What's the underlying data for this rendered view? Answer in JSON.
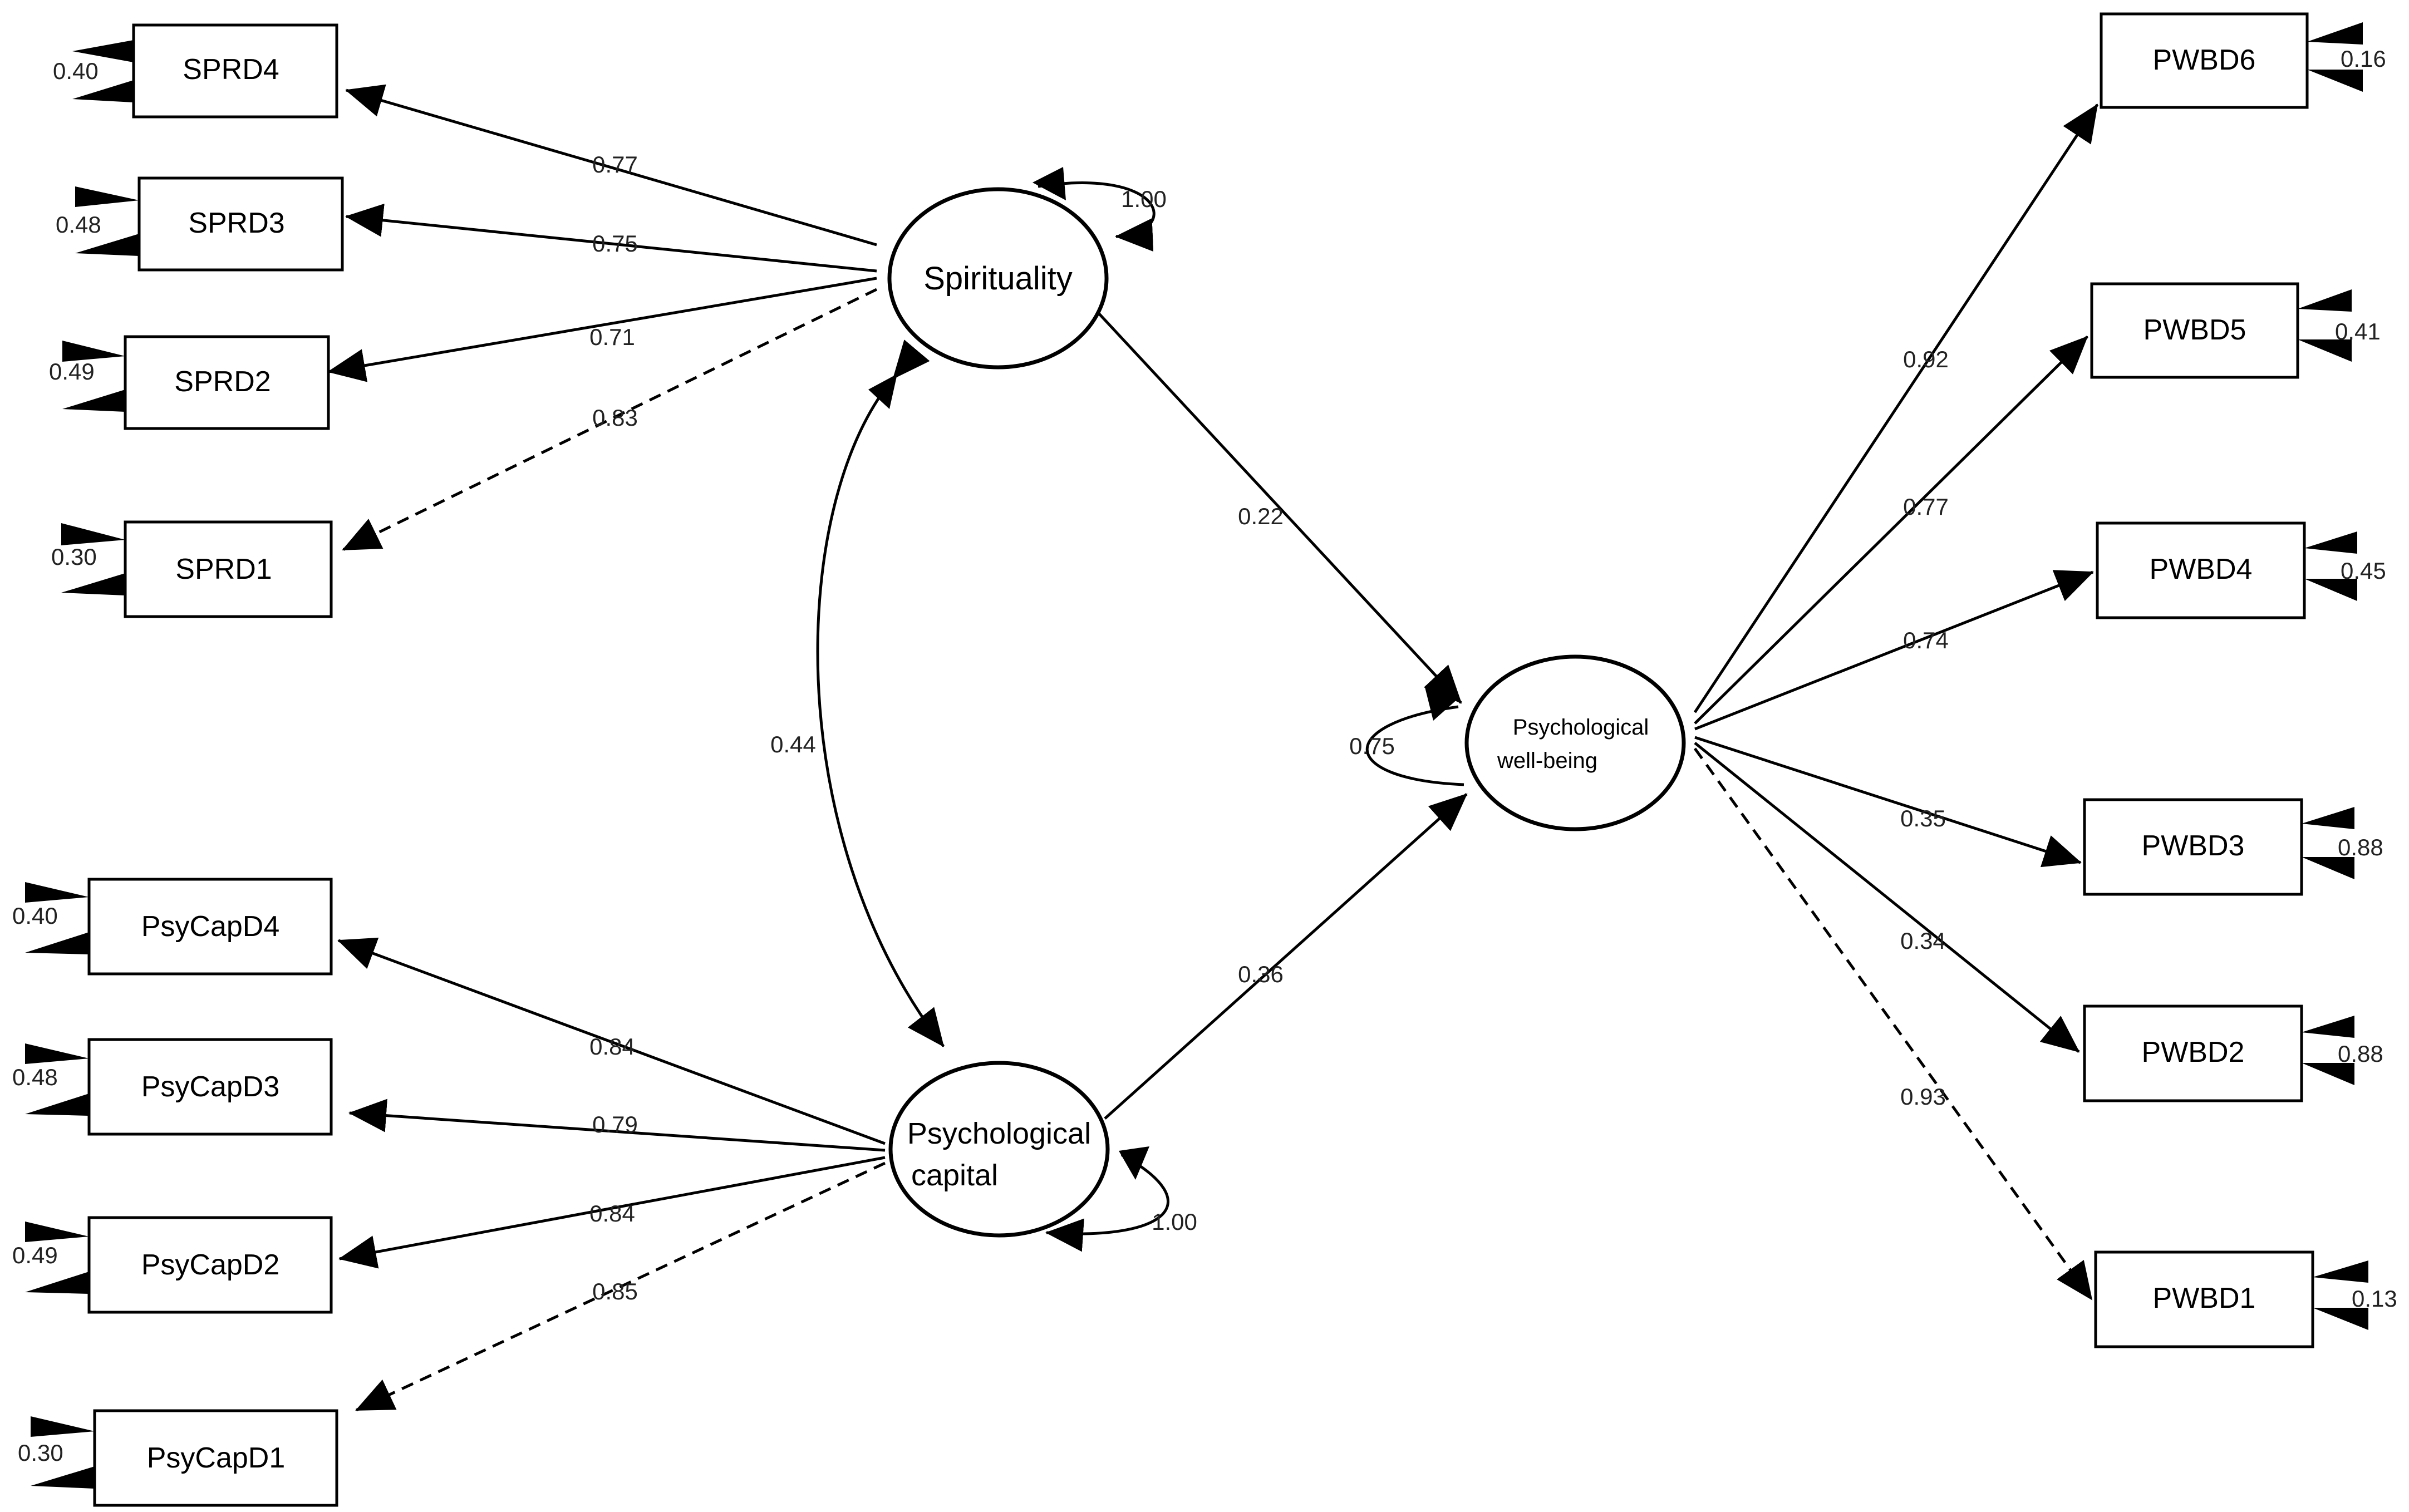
{
  "latents": {
    "spirituality": "Spirituality",
    "psycap_line1": "Psychological",
    "psycap_line2": "capital",
    "pwb_line1": "Psychological",
    "pwb_line2": "well-being"
  },
  "indicators": {
    "sprd4": "SPRD4",
    "sprd3": "SPRD3",
    "sprd2": "SPRD2",
    "sprd1": "SPRD1",
    "psycapd4": "PsyCapD4",
    "psycapd3": "PsyCapD3",
    "psycapd2": "PsyCapD2",
    "psycapd1": "PsyCapD1",
    "pwbd6": "PWBD6",
    "pwbd5": "PWBD5",
    "pwbd4": "PWBD4",
    "pwbd3": "PWBD3",
    "pwbd2": "PWBD2",
    "pwbd1": "PWBD1"
  },
  "loadings": {
    "sprd4": "0.77",
    "sprd3": "0.75",
    "sprd2": "0.71",
    "sprd1": "0.83",
    "psycapd4": "0.84",
    "psycapd3": "0.79",
    "psycapd2": "0.84",
    "psycapd1": "0.85",
    "pwbd6": "0.92",
    "pwbd5": "0.77",
    "pwbd4": "0.74",
    "pwbd3": "0.35",
    "pwbd2": "0.34",
    "pwbd1": "0.93"
  },
  "residuals": {
    "sprd4": "0.40",
    "sprd3": "0.48",
    "sprd2": "0.49",
    "sprd1": "0.30",
    "psycapd4": "0.40",
    "psycapd3": "0.48",
    "psycapd2": "0.49",
    "psycapd1": "0.30",
    "pwbd6": "0.16",
    "pwbd5": "0.41",
    "pwbd4": "0.45",
    "pwbd3": "0.88",
    "pwbd2": "0.88",
    "pwbd1": "0.13"
  },
  "structural": {
    "spirituality_to_pwb": "0.22",
    "psycap_to_pwb": "0.36",
    "covariance": "0.44"
  },
  "variances": {
    "spirituality": "1.00",
    "psycap": "1.00",
    "pwb": "0.75"
  }
}
